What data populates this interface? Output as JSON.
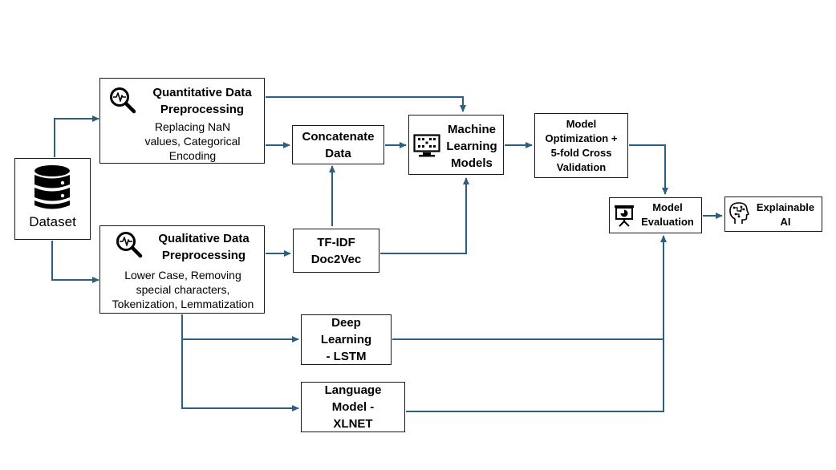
{
  "dataset": {
    "label": "Dataset"
  },
  "quantitative": {
    "title_1": "Quantitative Data",
    "title_2": "Preprocessing",
    "desc_1": "Replacing NaN",
    "desc_2": "values, Categorical",
    "desc_3": "Encoding"
  },
  "qualitative": {
    "title_1": "Qualitative Data",
    "title_2": "Preprocessing",
    "desc_1": "Lower Case, Removing",
    "desc_2": "special characters,",
    "desc_3": "Tokenization, Lemmatization"
  },
  "concatenate": {
    "line_1": "Concatenate",
    "line_2": "Data"
  },
  "tfidf": {
    "line_1": "TF-IDF",
    "line_2": "Doc2Vec"
  },
  "ml_models": {
    "line_1": "Machine",
    "line_2": "Learning",
    "line_3": "Models"
  },
  "optimization": {
    "line_1": "Model",
    "line_2": "Optimization +",
    "line_3": "5-fold Cross",
    "line_4": "Validation"
  },
  "evaluation": {
    "line_1": "Model",
    "line_2": "Evaluation"
  },
  "explainable": {
    "line_1": "Explainable",
    "line_2": "AI"
  },
  "deep_learning": {
    "line_1": "Deep",
    "line_2": "Learning",
    "line_3": "- LSTM"
  },
  "language_model": {
    "line_1": "Language",
    "line_2": "Model -",
    "line_3": "XLNET"
  },
  "colors": {
    "arrow": "#2e5f7e",
    "border": "#1a1a1a"
  },
  "icons": {
    "dataset": "database-icon",
    "quantitative": "magnifier-pulse-icon",
    "qualitative": "magnifier-pulse-icon",
    "ml_models": "computer-monitor-icon",
    "evaluation": "presentation-chart-icon",
    "explainable": "ai-head-icon"
  }
}
